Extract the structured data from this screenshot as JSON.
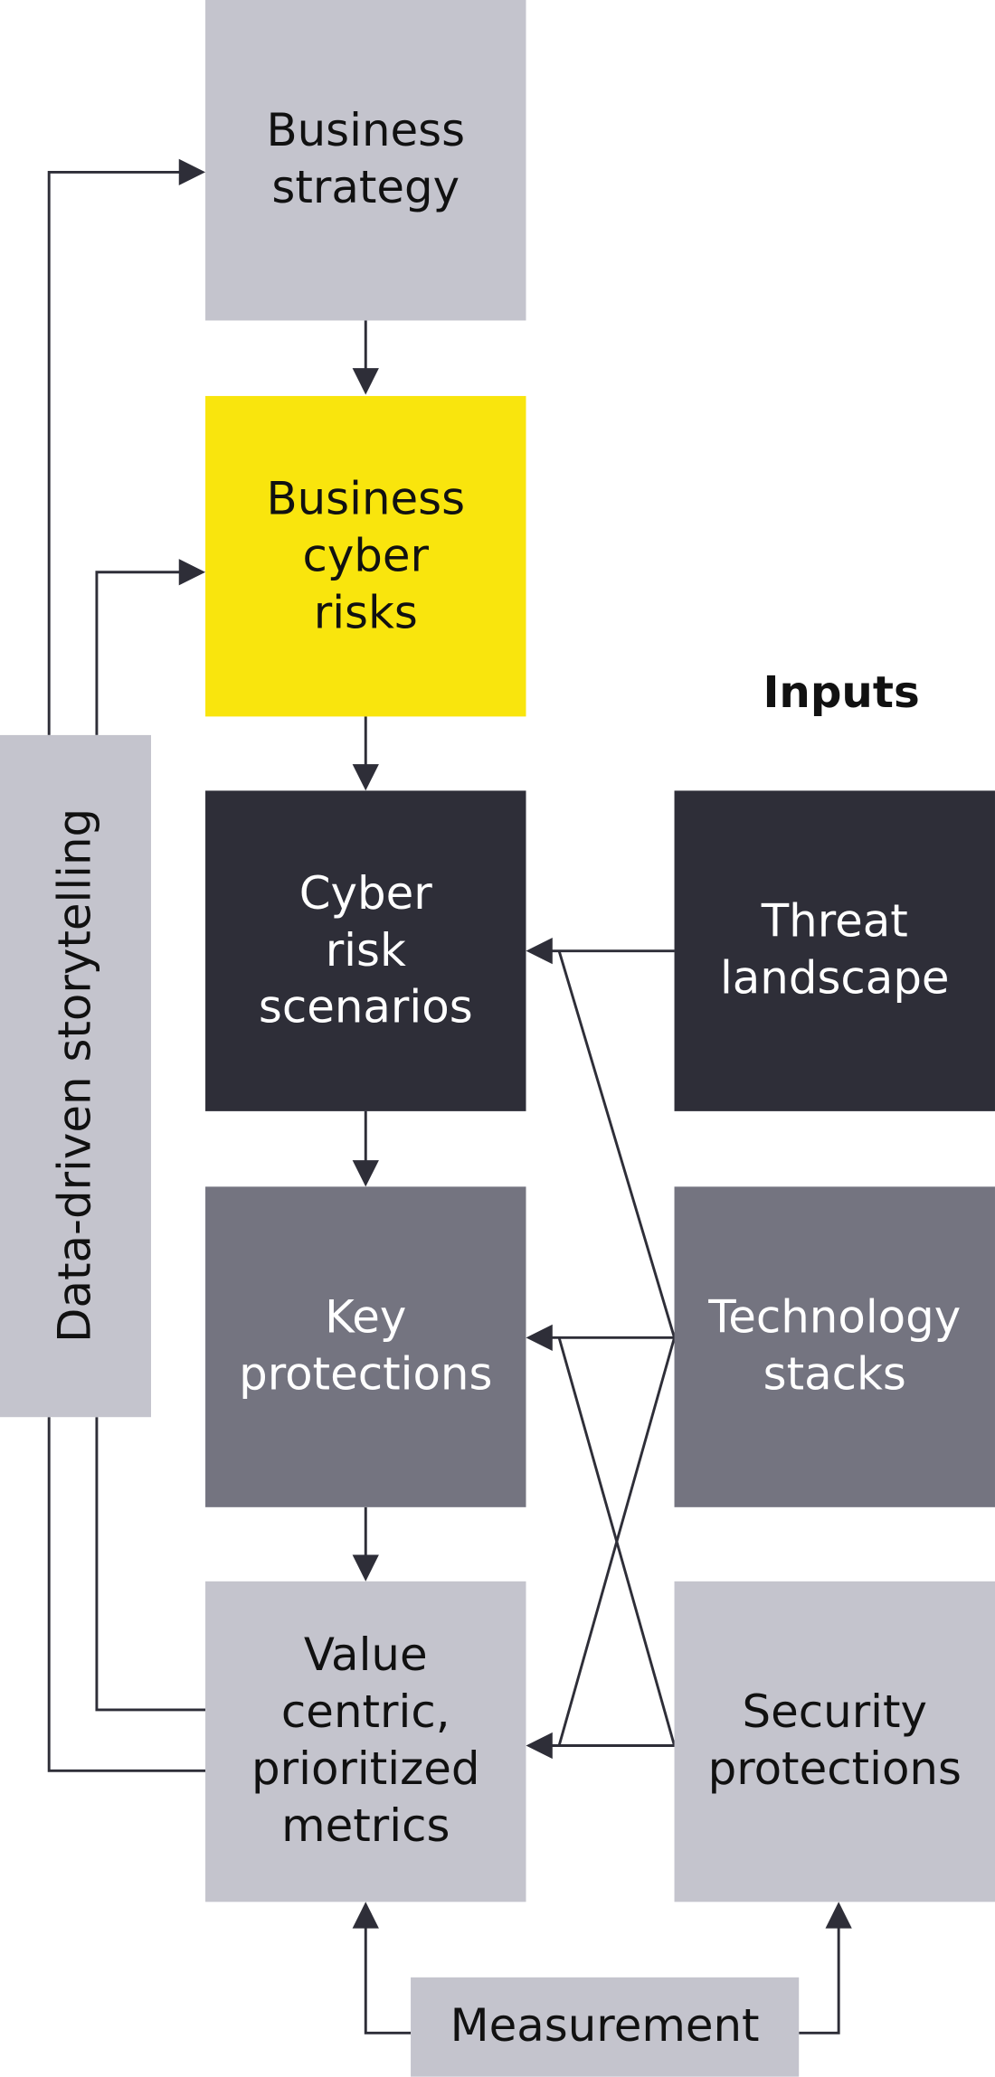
{
  "boxes": {
    "business_strategy": "Business\nstrategy",
    "business_cyber_risks": "Business\ncyber\nrisks",
    "cyber_risk_scenarios": "Cyber\nrisk\nscenarios",
    "key_protections": "Key\nprotections",
    "value_metrics": "Value\ncentric,\nprioritized\nmetrics",
    "threat_landscape": "Threat\nlandscape",
    "technology_stacks": "Technology\nstacks",
    "security_protections": "Security\nprotections",
    "measurement": "Measurement"
  },
  "labels": {
    "inputs": "Inputs",
    "storytelling": "Data-driven storytelling"
  },
  "colors": {
    "light": "#c4c4cd",
    "yellow": "#f9e50d",
    "dark": "#2e2e38",
    "mid": "#747480",
    "line": "#2e2e38"
  }
}
